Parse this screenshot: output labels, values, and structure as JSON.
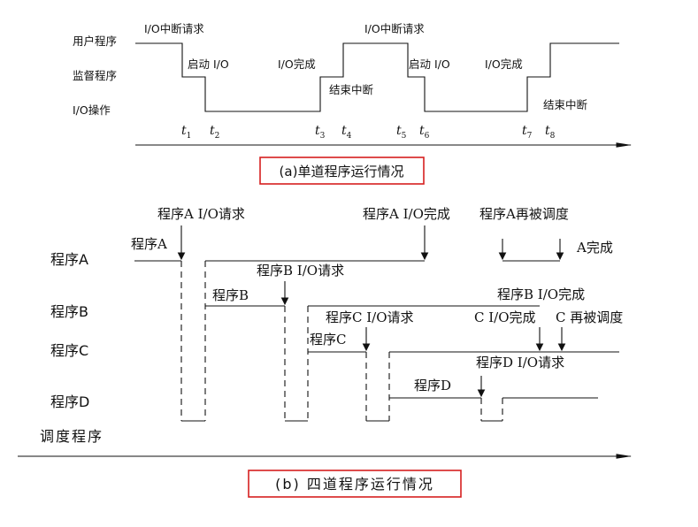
{
  "top": {
    "rows": [
      "用户程序",
      "监督程序",
      "I/O操作"
    ],
    "labels": {
      "io_req_1": "I/O中断请求",
      "start_io_1": "启动 I/O",
      "io_done_1": "I/O完成",
      "io_req_2": "I/O中断请求",
      "end_int_1": "结束中断",
      "start_io_2": "启动 I/O",
      "io_done_2": "I/O完成",
      "end_int_2": "结束中断"
    },
    "ticks": [
      {
        "t": "t",
        "s": "1"
      },
      {
        "t": "t",
        "s": "2"
      },
      {
        "t": "t",
        "s": "3"
      },
      {
        "t": "t",
        "s": "4"
      },
      {
        "t": "t",
        "s": "5"
      },
      {
        "t": "t",
        "s": "6"
      },
      {
        "t": "t",
        "s": "7"
      },
      {
        "t": "t",
        "s": "8"
      }
    ],
    "caption": "(a)单道程序运行情况"
  },
  "bottom": {
    "rows": [
      "程序A",
      "程序B",
      "程序C",
      "程序D",
      "调度程序"
    ],
    "labels": {
      "a_io_req": "程序A I/O请求",
      "a_run": "程序A",
      "a_io_done": "程序A I/O完成",
      "a_resched": "程序A再被调度",
      "a_done": "A完成",
      "b_io_req": "程序B I/O请求",
      "b_run": "程序B",
      "b_io_done": "程序B I/O完成",
      "c_io_req": "程序C I/O请求",
      "c_run": "程序C",
      "c_io_done": "C I/O完成",
      "c_resched": "C 再被调度",
      "d_io_req": "程序D I/O请求",
      "d_run": "程序D"
    },
    "caption": "(b) 四道程序运行情况"
  }
}
